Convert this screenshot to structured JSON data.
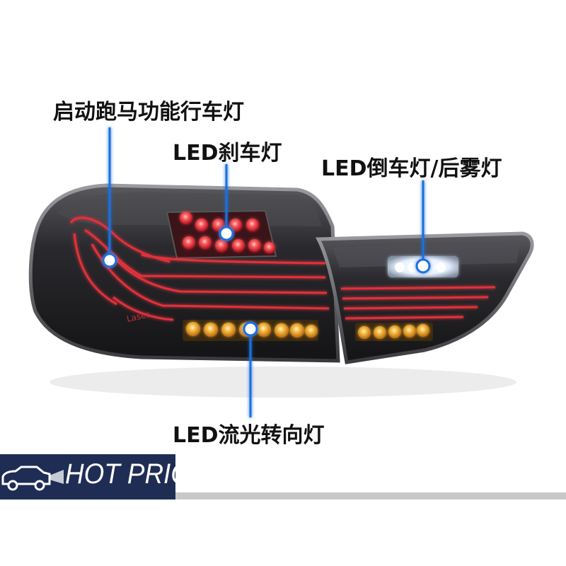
{
  "callouts": {
    "running_light": "启动跑马功能行车灯",
    "brake_light": "LED刹车灯",
    "reverse_fog": "LED倒车灯/后雾灯",
    "turn_signal": "LED流光转向灯"
  },
  "lamp_text": "Laser",
  "banner": {
    "text": "HOT PRICE"
  },
  "icons": {
    "marker": "dot-marker-icon",
    "car": "car-icon"
  },
  "colors": {
    "marker_blue": "#1e6fe0",
    "banner_navy": "#1f2d55",
    "red_led": "#e0303a",
    "amber_led": "#f0a830",
    "white_led": "#ffffff"
  }
}
